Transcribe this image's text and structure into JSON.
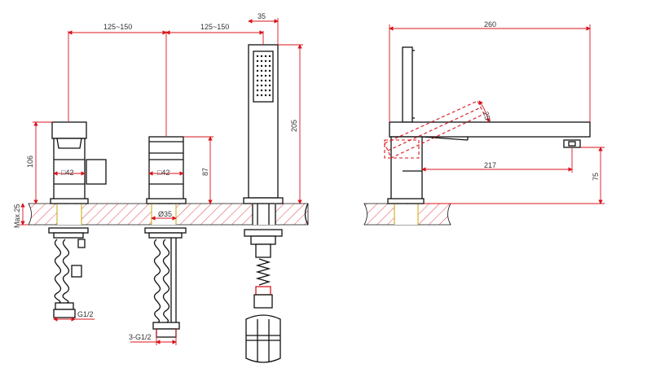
{
  "dimensions": {
    "spacing_left": "125~150",
    "spacing_right": "125~150",
    "handset_width": "35",
    "handset_height": "205",
    "diverter_height": "106",
    "body_square_left": "□42",
    "body_square_mid": "□42",
    "mixer_height": "87",
    "deck_thickness": "Max.25",
    "hole_diameter": "Ø35",
    "thread_left": "G1/2",
    "thread_mid": "3-G1/2",
    "spout_length": "260",
    "spout_tilt": "25°",
    "spout_reach": "217",
    "spout_outlet_height": "75"
  },
  "colors": {
    "dimension_line": "#d8141c",
    "outline": "#111111",
    "hatch": "#d8141c",
    "seal": "#c8a400"
  }
}
